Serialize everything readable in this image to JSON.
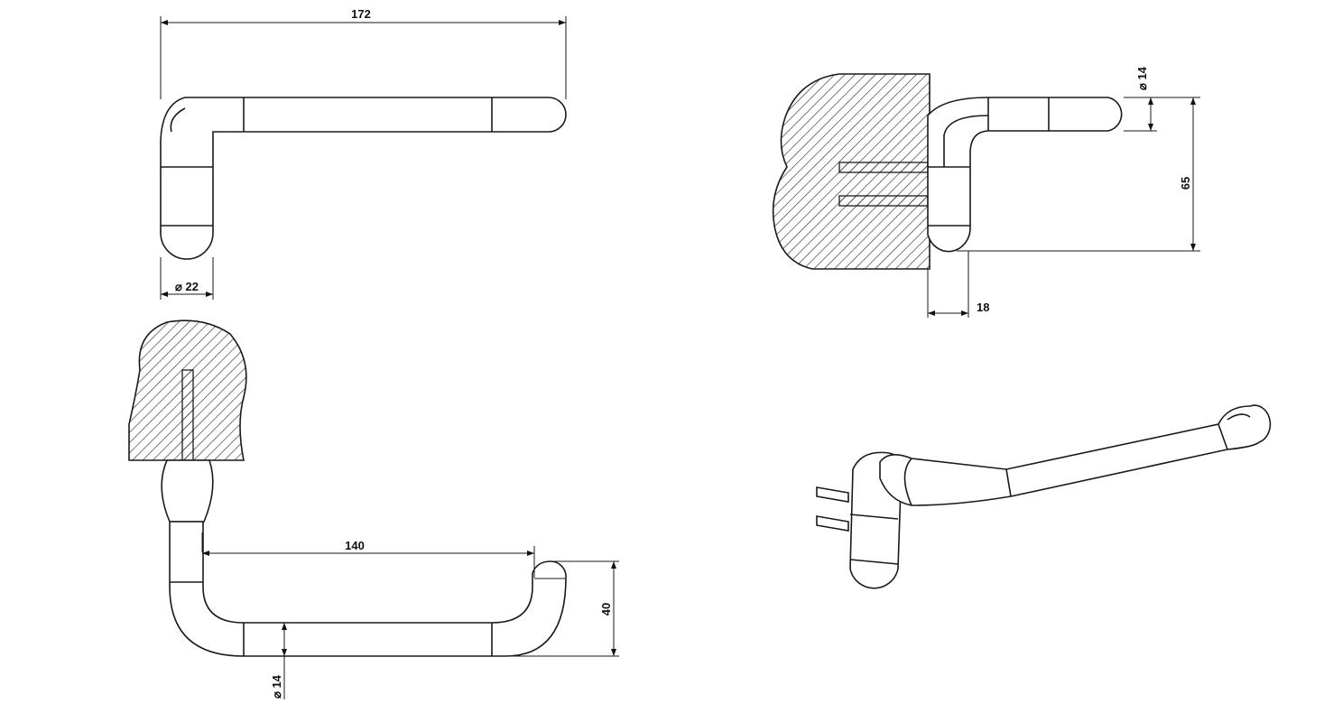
{
  "drawing": {
    "views": [
      "front-view",
      "side-view",
      "top-view",
      "isometric-view"
    ],
    "dimensions": {
      "overall_length": "172",
      "post_diameter": "⌀ 22",
      "bar_diameter_side": "⌀ 14",
      "height": "65",
      "wall_offset": "18",
      "inner_length": "140",
      "depth": "40",
      "bar_diameter_top": "⌀ 14"
    },
    "colors": {
      "line": "#1a1a1a",
      "background": "#ffffff"
    }
  }
}
